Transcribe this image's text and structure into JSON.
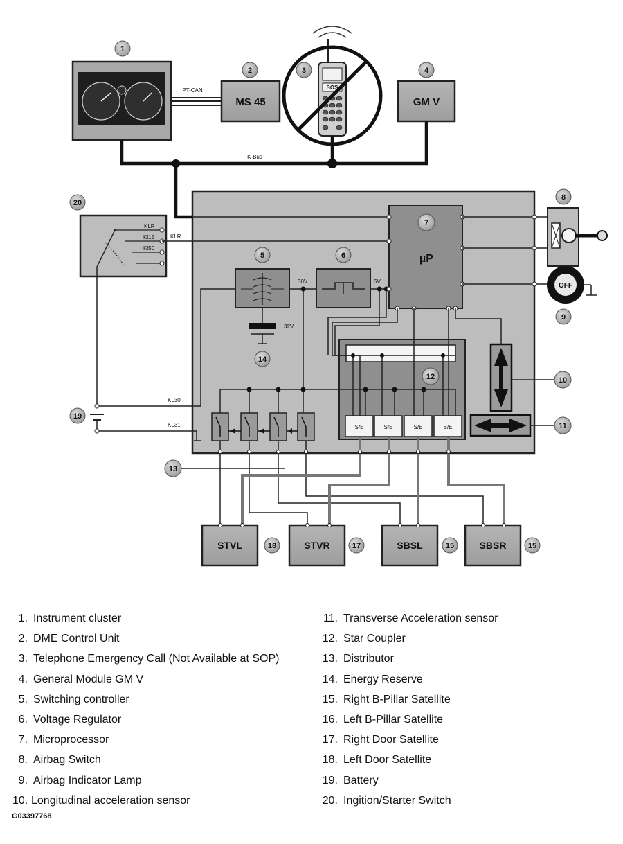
{
  "diagram": {
    "labels": {
      "pt_can": "PT-CAN",
      "k_bus": "K-Bus",
      "ms45": "MS 45",
      "gmv": "GM V",
      "sos": "SOS",
      "up": "µP",
      "off": "OFF",
      "klr": "KLR",
      "kl15": "Kl15",
      "kl50": "Kl50",
      "kl30": "KL30",
      "kl31": "KL31",
      "v30": "30V",
      "v5": "5V",
      "v32": "32V",
      "se": "S/E",
      "stvl": "STVL",
      "stvr": "STVR",
      "sbsl": "SBSL",
      "sbsr": "SBSR"
    },
    "callouts": {
      "c1": "1",
      "c2": "2",
      "c3": "3",
      "c4": "4",
      "c5": "5",
      "c6": "6",
      "c7": "7",
      "c8": "8",
      "c9": "9",
      "c10": "10",
      "c11": "11",
      "c12": "12",
      "c13": "13",
      "c14": "14",
      "c15a": "15",
      "c15b": "15",
      "c17": "17",
      "c18": "18",
      "c19": "19",
      "c20": "20"
    }
  },
  "legend": {
    "left": [
      {
        "num": "1.",
        "label": "Instrument cluster"
      },
      {
        "num": "2.",
        "label": "DME Control Unit"
      },
      {
        "num": "3.",
        "label": "Telephone Emergency Call (Not Available at SOP)"
      },
      {
        "num": "4.",
        "label": "General Module GM V"
      },
      {
        "num": "5.",
        "label": "Switching controller"
      },
      {
        "num": "6.",
        "label": "Voltage Regulator"
      },
      {
        "num": "7.",
        "label": "Microprocessor"
      },
      {
        "num": "8.",
        "label": "Airbag Switch"
      },
      {
        "num": "9.",
        "label": "Airbag Indicator Lamp"
      },
      {
        "num": "10.",
        "label": "Longitudinal acceleration sensor"
      }
    ],
    "right": [
      {
        "num": "11.",
        "label": "Transverse Acceleration sensor"
      },
      {
        "num": "12.",
        "label": "Star Coupler"
      },
      {
        "num": "13.",
        "label": "Distributor"
      },
      {
        "num": "14.",
        "label": "Energy Reserve"
      },
      {
        "num": "15.",
        "label": "Right B-Pillar Satellite"
      },
      {
        "num": "16.",
        "label": "Left B-Pillar Satellite"
      },
      {
        "num": "17.",
        "label": "Right Door Satellite"
      },
      {
        "num": "18.",
        "label": "Left Door Satellite"
      },
      {
        "num": "19.",
        "label": "Battery"
      },
      {
        "num": "20.",
        "label": "Ingition/Starter Switch"
      }
    ]
  },
  "figure_id": "G03397768"
}
